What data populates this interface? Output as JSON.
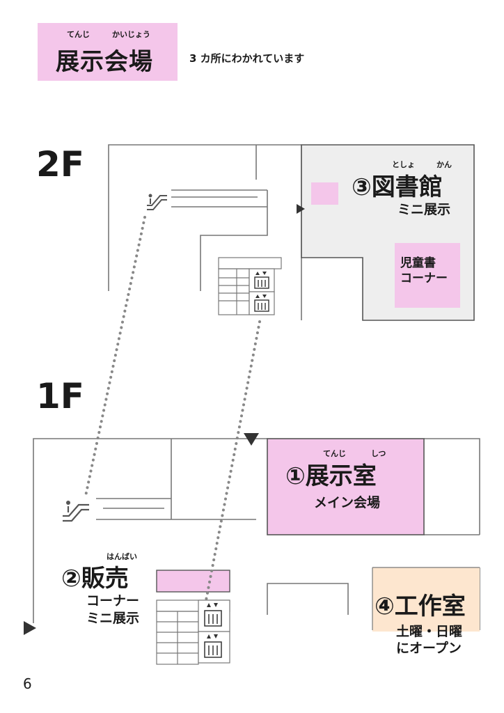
{
  "header": {
    "title": "展示会場",
    "title_ruby_1": "てんじ",
    "title_ruby_2": "かいじょう",
    "note": "3 カ所にわかれています"
  },
  "floors": {
    "upper": "2F",
    "lower": "1F"
  },
  "rooms": {
    "library": {
      "ruby_1": "としょ",
      "ruby_2": "かん",
      "name": "③図書館",
      "sub": "ミニ展示"
    },
    "kids_corner": {
      "line1": "児童書",
      "line2": "コーナー"
    },
    "exhibition": {
      "ruby_1": "てんじ",
      "ruby_2": "しつ",
      "name": "①展示室",
      "sub": "メイン会場"
    },
    "shop": {
      "ruby": "はんばい",
      "name": "②販売",
      "sub1": "コーナー",
      "sub2": "ミニ展示"
    },
    "workshop": {
      "name": "④工作室",
      "sub1": "土曜・日曜",
      "sub2": "にオープン"
    }
  },
  "page": {
    "number": "6"
  },
  "colors": {
    "pink": "#f4c6ea",
    "peach": "#fde6cf",
    "gray_room": "#eeeeee",
    "wall": "#777777",
    "route": "#888888"
  },
  "icons": [
    "escalator-icon",
    "elevator-icon",
    "entrance-arrow-icon",
    "stairs-icon"
  ]
}
